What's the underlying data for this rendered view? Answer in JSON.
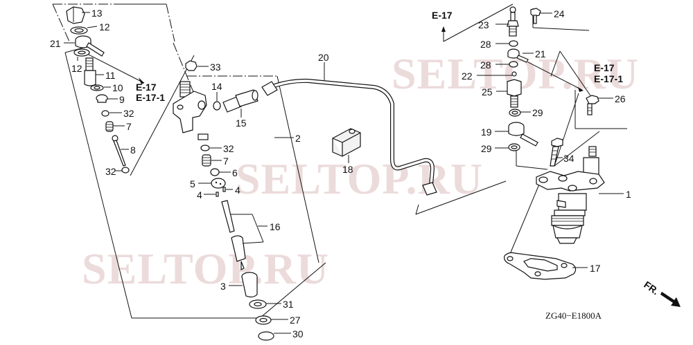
{
  "diagram": {
    "title_code": "ZG40−E1800A",
    "direction_label": "FR.",
    "watermark": "SELTOP.RU",
    "references": {
      "top_left": [
        "E-17",
        "E-17-1"
      ],
      "top_center": [
        "E-17"
      ],
      "right": [
        "E-17",
        "E-17-1"
      ]
    },
    "callouts": [
      {
        "id": "c13",
        "label": "13"
      },
      {
        "id": "c12a",
        "label": "12"
      },
      {
        "id": "c21a",
        "label": "21"
      },
      {
        "id": "c12b",
        "label": "12"
      },
      {
        "id": "c11",
        "label": "11"
      },
      {
        "id": "c10",
        "label": "10"
      },
      {
        "id": "c9",
        "label": "9"
      },
      {
        "id": "c32a",
        "label": "32"
      },
      {
        "id": "c7a",
        "label": "7"
      },
      {
        "id": "c8",
        "label": "8"
      },
      {
        "id": "c32b",
        "label": "32"
      },
      {
        "id": "c33",
        "label": "33"
      },
      {
        "id": "c14",
        "label": "14"
      },
      {
        "id": "c15",
        "label": "15"
      },
      {
        "id": "c2",
        "label": "2"
      },
      {
        "id": "c32c",
        "label": "32"
      },
      {
        "id": "c7b",
        "label": "7"
      },
      {
        "id": "c6",
        "label": "6"
      },
      {
        "id": "c5",
        "label": "5"
      },
      {
        "id": "c4a",
        "label": "4"
      },
      {
        "id": "c4b",
        "label": "4"
      },
      {
        "id": "c16",
        "label": "16"
      },
      {
        "id": "c3",
        "label": "3"
      },
      {
        "id": "c31",
        "label": "31"
      },
      {
        "id": "c27",
        "label": "27"
      },
      {
        "id": "c30",
        "label": "30"
      },
      {
        "id": "c20",
        "label": "20"
      },
      {
        "id": "c18",
        "label": "18"
      },
      {
        "id": "c23",
        "label": "23"
      },
      {
        "id": "c24",
        "label": "24"
      },
      {
        "id": "c28a",
        "label": "28"
      },
      {
        "id": "c21b",
        "label": "21"
      },
      {
        "id": "c28b",
        "label": "28"
      },
      {
        "id": "c22",
        "label": "22"
      },
      {
        "id": "c25",
        "label": "25"
      },
      {
        "id": "c26",
        "label": "26"
      },
      {
        "id": "c29a",
        "label": "29"
      },
      {
        "id": "c19",
        "label": "19"
      },
      {
        "id": "c29b",
        "label": "29"
      },
      {
        "id": "c34",
        "label": "34"
      },
      {
        "id": "c1",
        "label": "1"
      },
      {
        "id": "c17",
        "label": "17"
      }
    ]
  }
}
